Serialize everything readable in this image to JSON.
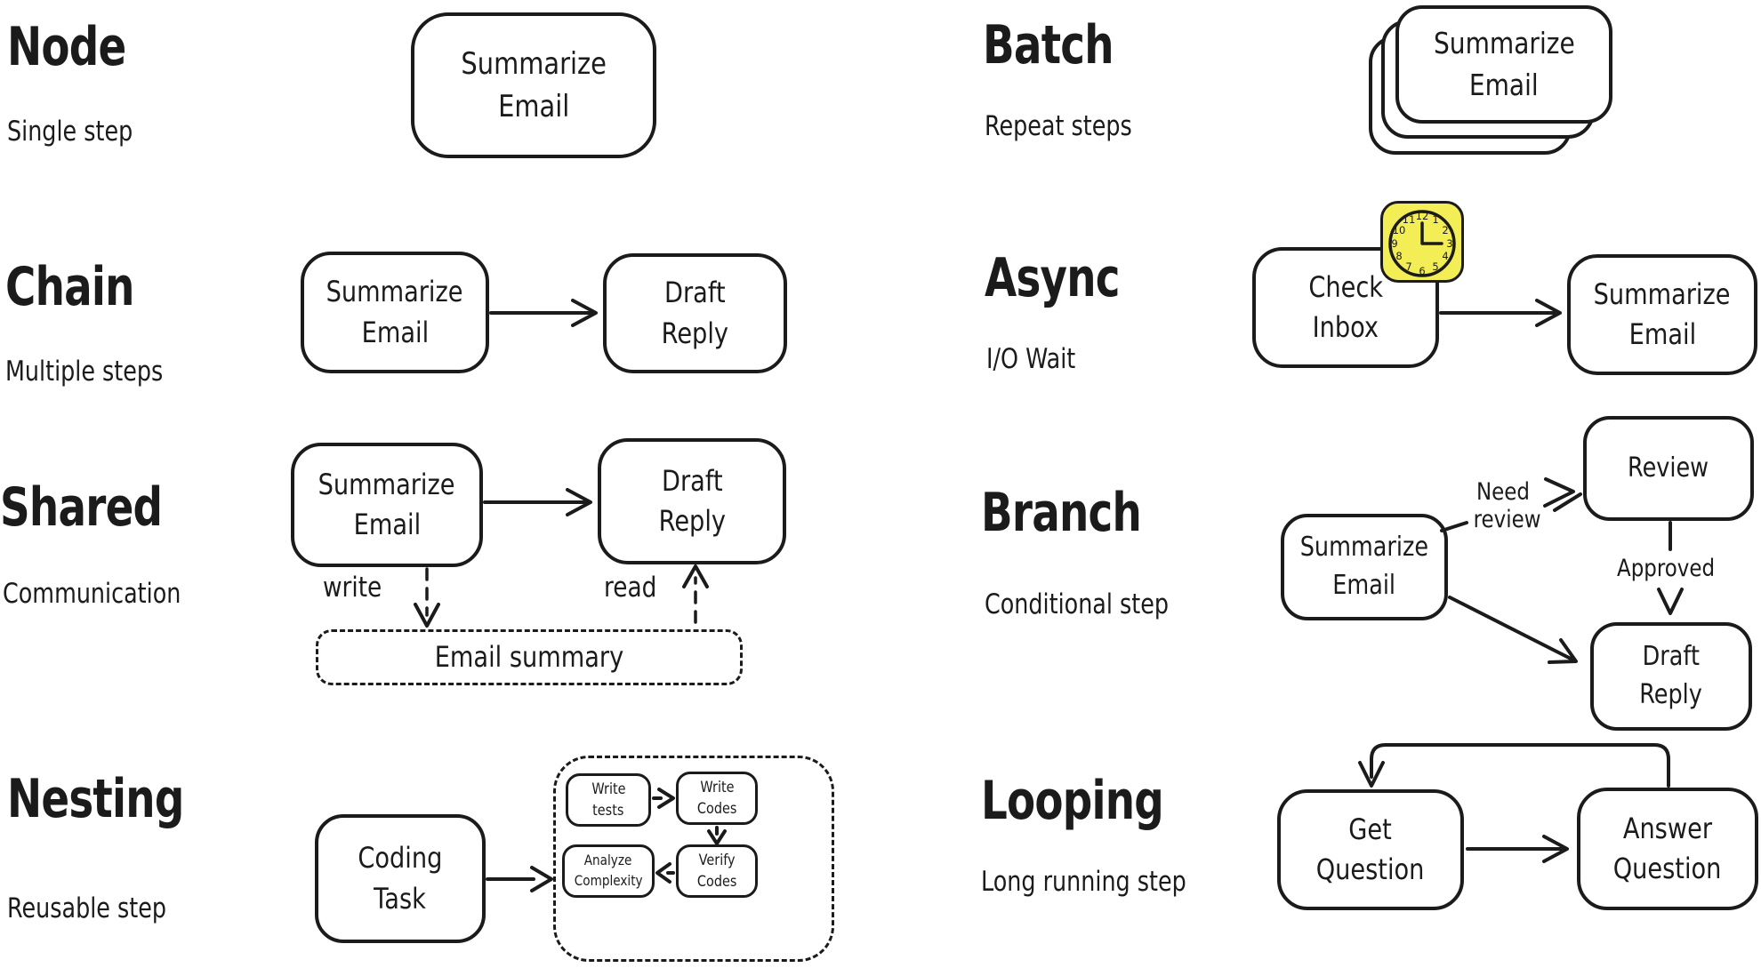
{
  "colors": {
    "ink": "#1b1b1b",
    "background": "#ffffff",
    "clock_yellow": "#f3ee55"
  },
  "sections": {
    "node": {
      "title": "Node",
      "subtitle": "Single step",
      "box": {
        "lines": [
          "Summarize",
          "Email"
        ]
      }
    },
    "chain": {
      "title": "Chain",
      "subtitle": "Multiple steps",
      "box_left": {
        "lines": [
          "Summarize",
          "Email"
        ]
      },
      "box_right": {
        "lines": [
          "Draft",
          "Reply"
        ]
      }
    },
    "shared": {
      "title": "Shared",
      "subtitle": "Communication",
      "box_left": {
        "lines": [
          "Summarize",
          "Email"
        ]
      },
      "box_right": {
        "lines": [
          "Draft",
          "Reply"
        ]
      },
      "write_label": "write",
      "read_label": "read",
      "store_box": "Email summary"
    },
    "nesting": {
      "title": "Nesting",
      "subtitle": "Reusable step",
      "outer_box": {
        "lines": [
          "Coding",
          "Task"
        ]
      },
      "inner_boxes": {
        "write_tests": {
          "lines": [
            "Write",
            "tests"
          ]
        },
        "write_codes": {
          "lines": [
            "Write",
            "Codes"
          ]
        },
        "verify_codes": {
          "lines": [
            "Verify",
            "Codes"
          ]
        },
        "analyze_complexity": {
          "lines": [
            "Analyze",
            "Complexity"
          ]
        }
      }
    },
    "batch": {
      "title": "Batch",
      "subtitle": "Repeat steps",
      "box": {
        "lines": [
          "Summarize",
          "Email"
        ]
      }
    },
    "async": {
      "title": "Async",
      "subtitle": "I/O Wait",
      "box_left": {
        "lines": [
          "Check",
          "Inbox"
        ]
      },
      "box_right": {
        "lines": [
          "Summarize",
          "Email"
        ]
      },
      "clock_numbers": [
        "12",
        "1",
        "2",
        "3",
        "4",
        "5",
        "6",
        "7",
        "8",
        "9",
        "10",
        "11"
      ]
    },
    "branch": {
      "title": "Branch",
      "subtitle": "Conditional step",
      "box_source": {
        "lines": [
          "Summarize",
          "Email"
        ]
      },
      "box_review": {
        "lines": [
          "Review"
        ]
      },
      "box_draft": {
        "lines": [
          "Draft",
          "Reply"
        ]
      },
      "need_review_label": {
        "lines": [
          "Need",
          "review"
        ]
      },
      "approved_label": "Approved"
    },
    "looping": {
      "title": "Looping",
      "subtitle": "Long running step",
      "box_left": {
        "lines": [
          "Get",
          "Question"
        ]
      },
      "box_right": {
        "lines": [
          "Answer",
          "Question"
        ]
      }
    }
  }
}
